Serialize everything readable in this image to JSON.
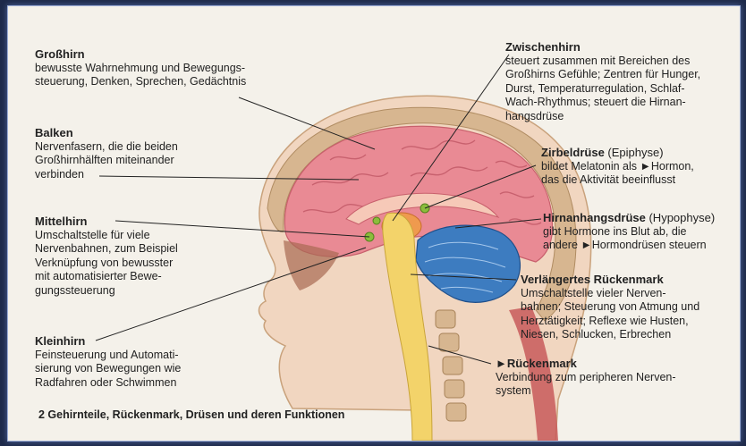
{
  "labels": {
    "grosshirn": {
      "title": "Großhirn",
      "body": [
        "bewusste Wahrnehmung und Bewegungs-",
        "steuerung, Denken, Sprechen, Gedächtnis"
      ]
    },
    "balken": {
      "title": "Balken",
      "body": [
        "Nervenfasern, die die beiden",
        "Großhirnhälften miteinander",
        "verbinden"
      ]
    },
    "mittelhirn": {
      "title": "Mittelhirn",
      "body": [
        "Umschaltstelle für viele",
        "Nervenbahnen, zum Beispiel",
        "Verknüpfung von bewusster",
        "mit automatisierter Bewe-",
        "gungssteuerung"
      ]
    },
    "kleinhirn": {
      "title": "Kleinhirn",
      "body": [
        "Feinsteuerung und Automati-",
        "sierung von Bewegungen wie",
        "Radfahren oder Schwimmen"
      ]
    },
    "zwischenhirn": {
      "title": "Zwischenhirn",
      "body": [
        "steuert zusammen mit Bereichen des",
        "Großhirns Gefühle; Zentren für Hunger,",
        "Durst, Temperaturregulation, Schlaf-",
        "Wach-Rhythmus; steuert die Hirnan-",
        "hangsdrüse"
      ]
    },
    "zirbeldruese": {
      "title": "Zirbeldrüse",
      "subtitle": " (Epiphyse)",
      "body": [
        "bildet Melatonin als ►Hormon,",
        "das die Aktivität beeinflusst"
      ]
    },
    "hirnanhangsdruese": {
      "title": "Hirnanhangsdrüse",
      "subtitle": " (Hypophyse)",
      "body": [
        "gibt Hormone ins Blut ab, die",
        "andere ►Hormondrüsen steuern"
      ]
    },
    "rueckenmark_verl": {
      "title": "Verlängertes Rückenmark",
      "body": [
        "Umschaltstelle vieler Nerven-",
        "bahnen; Steuerung von Atmung und",
        "Herztätigkeit; Reflexe wie Husten,",
        "Niesen, Schlucken, Erbrechen"
      ]
    },
    "rueckenmark": {
      "title": "►Rückenmark",
      "body": [
        "Verbindung zum peripheren Nerven-",
        "system"
      ]
    }
  },
  "caption": "2  Gehirnteile, Rückenmark, Drüsen und deren Funktionen",
  "colors": {
    "cerebrum": "#e98a94",
    "cerebellum": "#3d7cc0",
    "brainstem": "#f3d36a",
    "skull": "#d7b690",
    "skin": "#f1d6c0",
    "gland": "#8bbd3c",
    "thalamus": "#ef9a4e"
  }
}
